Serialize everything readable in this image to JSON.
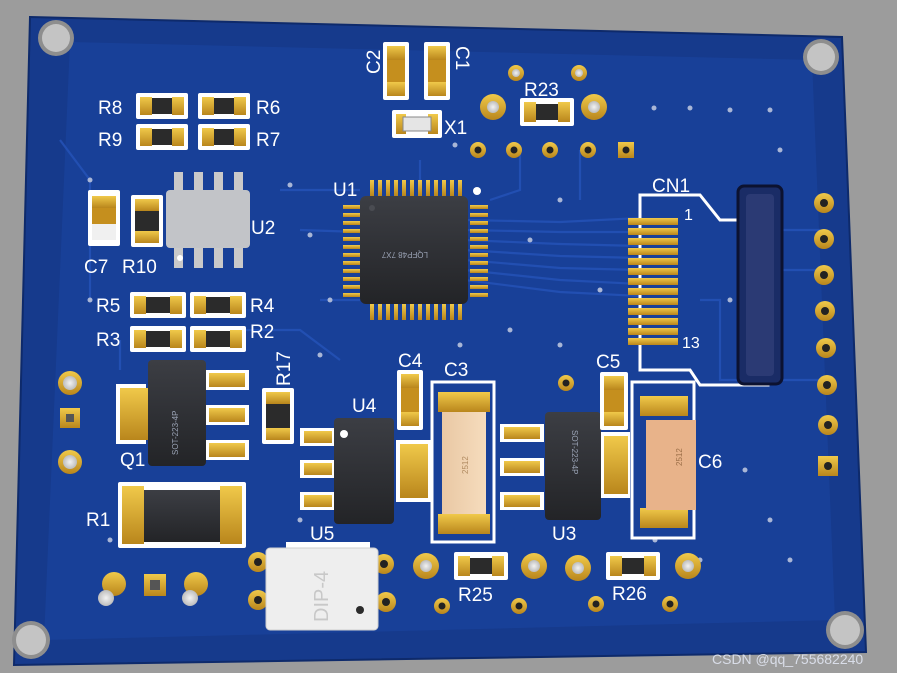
{
  "labels": {
    "c2": "C2",
    "c1": "C1",
    "r23": "R23",
    "x1": "X1",
    "r8": "R8",
    "r6": "R6",
    "r9": "R9",
    "r7": "R7",
    "u1": "U1",
    "u2": "U2",
    "c7": "C7",
    "r10": "R10",
    "cn1": "CN1",
    "cn1_pin1": "1",
    "cn1_pin13": "13",
    "r5": "R5",
    "r4": "R4",
    "r3": "R3",
    "r2": "R2",
    "r17": "R17",
    "c4": "C4",
    "c3": "C3",
    "c5": "C5",
    "c6": "C6",
    "u4": "U4",
    "u3": "U3",
    "u5": "U5",
    "q1": "Q1",
    "r1": "R1",
    "r25": "R25",
    "r26": "R26"
  },
  "chip_markings": {
    "u1": "LQFP48 7X7",
    "q1": "SOT-223-4P",
    "u3": "SOT-223-4P",
    "c3": "2512",
    "c6": "2512",
    "u5": "DIP-4"
  },
  "watermark": "CSDN @qq_755682240",
  "colors": {
    "background": "#9c9c9c",
    "board": "#163a8c",
    "copper": "#1b47a6",
    "pad_gold": "#d8a92a",
    "silkscreen": "#ffffff",
    "chip_body": "#2f3136"
  }
}
